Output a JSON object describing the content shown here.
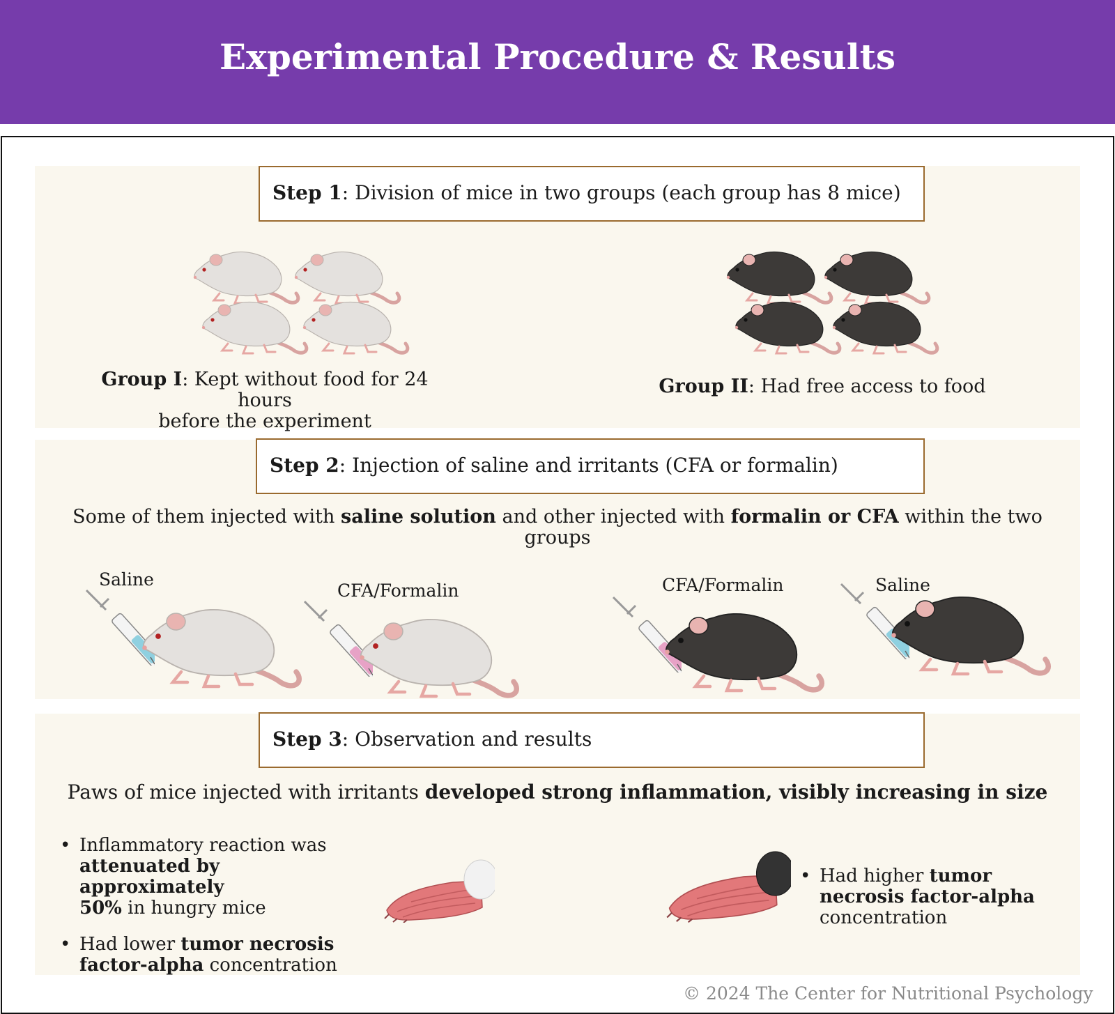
{
  "header": {
    "title": "Experimental Procedure & Results"
  },
  "colors": {
    "header_bg": "#763cab",
    "panel_bg": "#faf7ee",
    "box_border": "#9a6a2e",
    "white_mouse": "#e4e1de",
    "black_mouse": "#3d3a38",
    "tail": "#d8a3a0"
  },
  "step1": {
    "label": "Step 1",
    "text": ": Division of mice in two groups (each group has 8 mice)",
    "group1": {
      "label": "Group I",
      "text": ": Kept without food for 24 hours",
      "text2": "before the experiment"
    },
    "group2": {
      "label": "Group II",
      "text": ": Had free access to food"
    }
  },
  "step2": {
    "label": "Step 2",
    "text": ": Injection of saline and irritants (CFA or formalin)",
    "desc": {
      "p1": "Some of them injected with ",
      "b1": "saline solution",
      "p2": " and other injected with ",
      "b2": "formalin or CFA",
      "p3": " within the two",
      "p4": "groups"
    },
    "labels": [
      "Saline",
      "CFA/Formalin",
      "CFA/Formalin",
      "Saline"
    ]
  },
  "step3": {
    "label": "Step 3",
    "text": ": Observation and results",
    "summary": {
      "p1": "Paws of mice injected with irritants ",
      "b1": "developed strong inflammation, visibly increasing in size"
    },
    "left": [
      {
        "p1": "Inflammatory reaction was",
        "b1": "attenuated by approximately",
        "b2": "50%",
        "p2": " in hungry mice"
      },
      {
        "p1": "Had lower ",
        "b1": "tumor necrosis",
        "b2": "factor-alpha",
        "p2": " concentration"
      }
    ],
    "right": {
      "p1": "Had higher ",
      "b1": "tumor",
      "b2": "necrosis factor-alpha",
      "p2": "concentration"
    }
  },
  "footer": {
    "copyright": "© 2024 The Center for Nutritional Psychology"
  }
}
